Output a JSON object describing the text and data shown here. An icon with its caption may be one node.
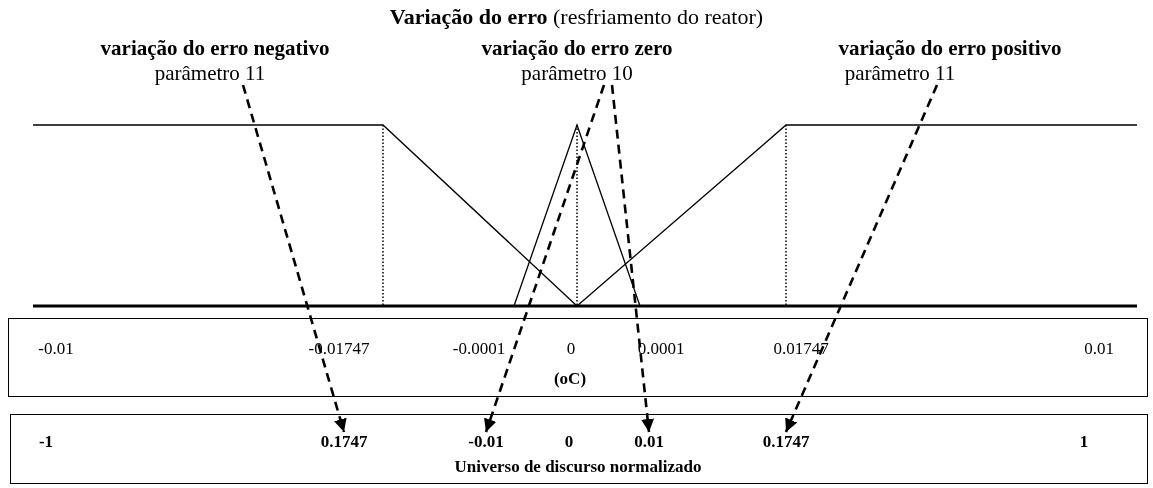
{
  "diagram": {
    "title": "**Variação do erro** (resfriamento do reator)",
    "nodes": [
      {
        "text": [
          "variação do erro negativo",
          "parâmetro 11"
        ]
      },
      {
        "text": [
          "variação do erro zero",
          "parâmetro 10"
        ]
      },
      {
        "text": [
          "variação do erro positivo",
          "parâmetro 11"
        ]
      },
      {
        "text": [
          "Universo de discurso normalizado"
        ]
      },
      {
        "text": [
          "-1"
        ],
        "in": 3
      },
      {
        "text": [
          "0.1747"
        ],
        "in": 3
      },
      {
        "text": [
          "-0.01"
        ],
        "in": 3
      },
      {
        "text": [
          "0"
        ],
        "in": 3
      },
      {
        "text": [
          "0.01"
        ],
        "in": 3
      },
      {
        "text": [
          "0.1747"
        ],
        "in": 3
      },
      {
        "text": [
          "1"
        ],
        "in": 3
      }
    ],
    "edges": [
      {
        "from": 0,
        "to": 5,
        "arrow": "to",
        "style": "dashed"
      },
      {
        "from": 1,
        "to": 6,
        "arrow": "to",
        "style": "dashed"
      },
      {
        "from": 1,
        "to": 8,
        "arrow": "to",
        "style": "dashed"
      },
      {
        "from": 2,
        "to": 9,
        "arrow": "to",
        "style": "dashed"
      }
    ],
    "labels": [
      "-0.01",
      "-0.01747",
      "-0.0001",
      "0",
      "0.0001",
      "0.01747",
      "0.01",
      "(oC)"
    ]
  }
}
